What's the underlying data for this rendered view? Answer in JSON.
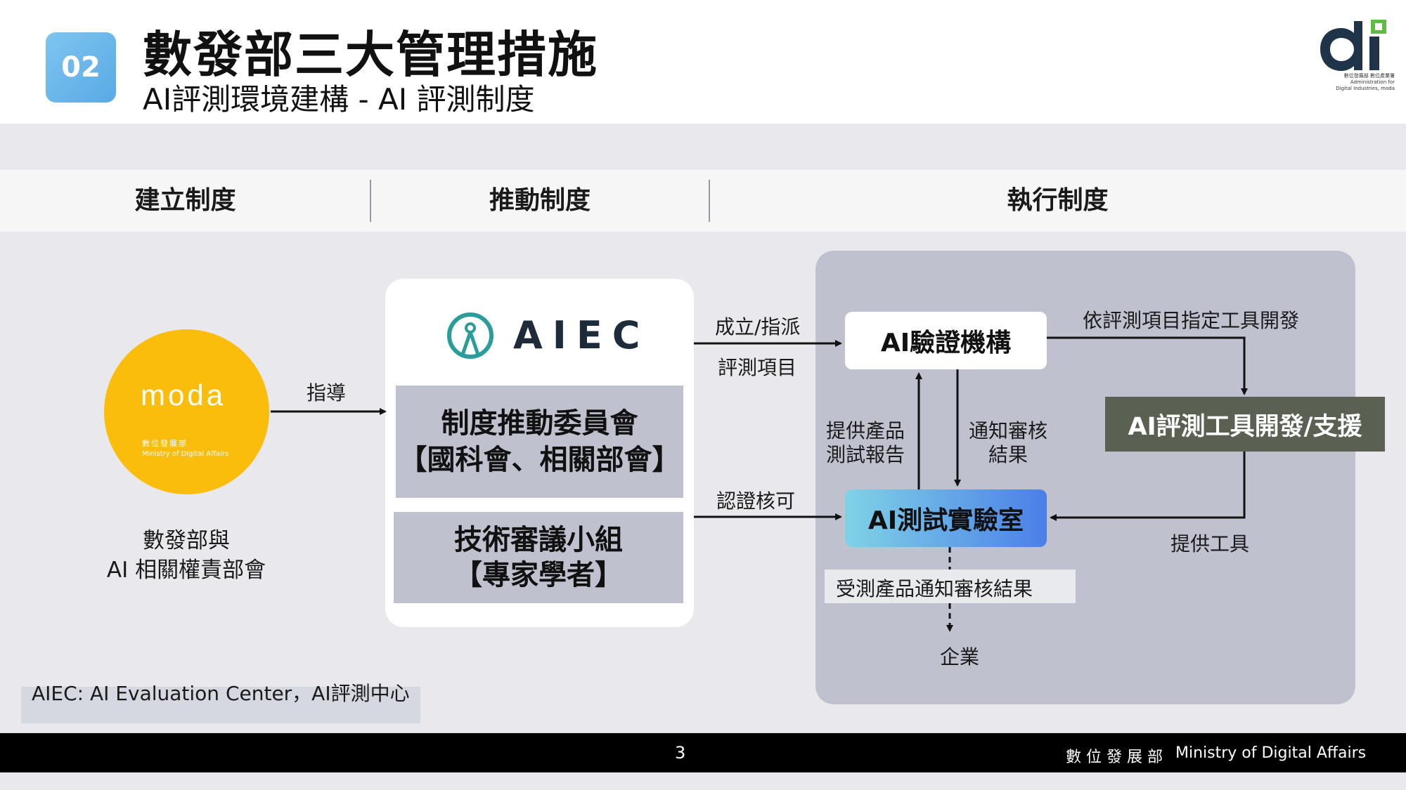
{
  "header": {
    "badge": "02",
    "title": "數發部三大管理措施",
    "subtitle": "AI評測環境建構 - AI 評測制度",
    "logo": {
      "icon": "di-logo-icon",
      "caption_lines": [
        "數位發展部 數位產業署",
        "Administration for",
        "Digital Industries, moda"
      ]
    }
  },
  "phases": [
    "建立制度",
    "推動制度",
    "執行制度"
  ],
  "left": {
    "moda_logo": {
      "wordmark": "moda",
      "caption_zh": "數位發展部",
      "caption_en": "Ministry of Digital Affairs"
    },
    "caption_line1": "數發部與",
    "caption_line2": "AI 相關權責部會",
    "arrow_label": "指導"
  },
  "aiec": {
    "logo_text": "AIEC",
    "committee_line1": "制度推動委員會",
    "committee_line2": "【國科會、相關部會】",
    "tech_line1": "技術審議小組",
    "tech_line2": "【專家學者】"
  },
  "mid_labels": {
    "assign": "成立/指派",
    "eval_items": "評測項目",
    "certify": "認證核可"
  },
  "execution": {
    "verify_org": "AI驗證機構",
    "test_lab": "AI測試實驗室",
    "tool_dev": "AI評測工具開發/支援",
    "label_tool_spec": "依評測項目指定工具開發",
    "label_provide_report_1": "提供產品",
    "label_provide_report_2": "測試報告",
    "label_notify_1": "通知審核",
    "label_notify_2": "結果",
    "label_provide_tool": "提供工具",
    "result_box": "受測產品通知審核結果",
    "enterprise": "企業"
  },
  "footnote": "AIEC: AI Evaluation Center，AI評測中心",
  "footer": {
    "page": "3",
    "org_zh": "數 位 發 展 部",
    "org_en": "Ministry of Digital Affairs"
  },
  "colors": {
    "badge": "#6db7ea",
    "moda_yellow": "#fbbd0b",
    "aiec_teal": "#2a9d9b",
    "tool_box": "#5b6152",
    "lab_gradient_start": "#7fd3e6",
    "lab_gradient_end": "#4b7fe8"
  }
}
